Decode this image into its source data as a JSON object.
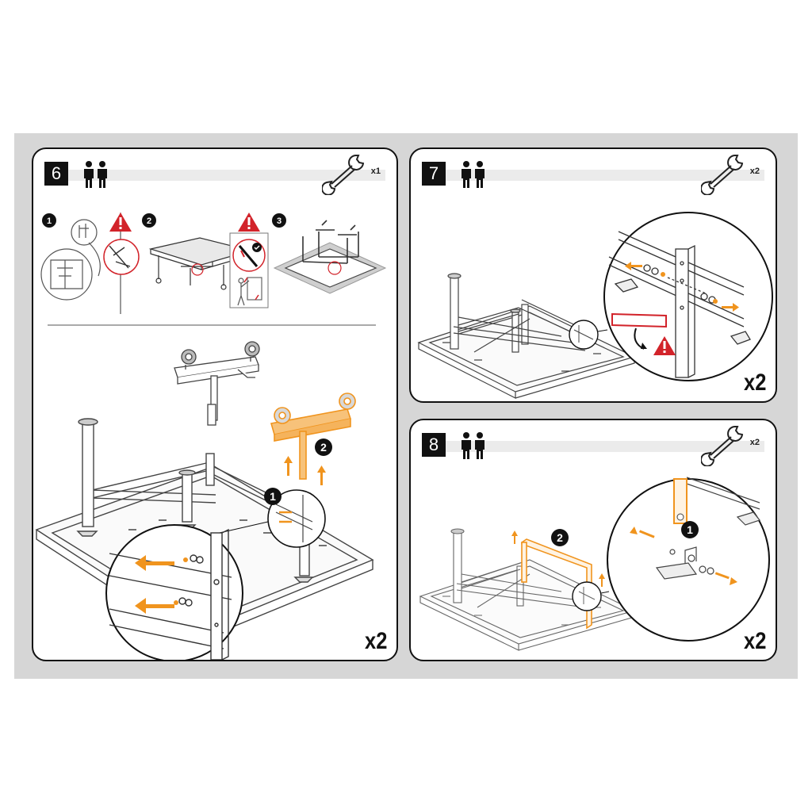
{
  "panels": [
    {
      "step": "6",
      "wrench_count": "x1",
      "multiplier": "x2",
      "substeps": [
        "1",
        "2",
        "3"
      ],
      "callouts": [
        "1",
        "2"
      ]
    },
    {
      "step": "7",
      "wrench_count": "x2",
      "multiplier": "x2"
    },
    {
      "step": "8",
      "wrench_count": "x2",
      "multiplier": "x2",
      "callouts": [
        "2",
        "1"
      ]
    }
  ],
  "colors": {
    "accent": "#f0941e",
    "warning": "#d2232a",
    "ink": "#111111",
    "sheet": "#d6d6d6"
  },
  "icons": [
    "two-persons-icon",
    "wrench-icon",
    "warning-icon",
    "check-icon"
  ]
}
